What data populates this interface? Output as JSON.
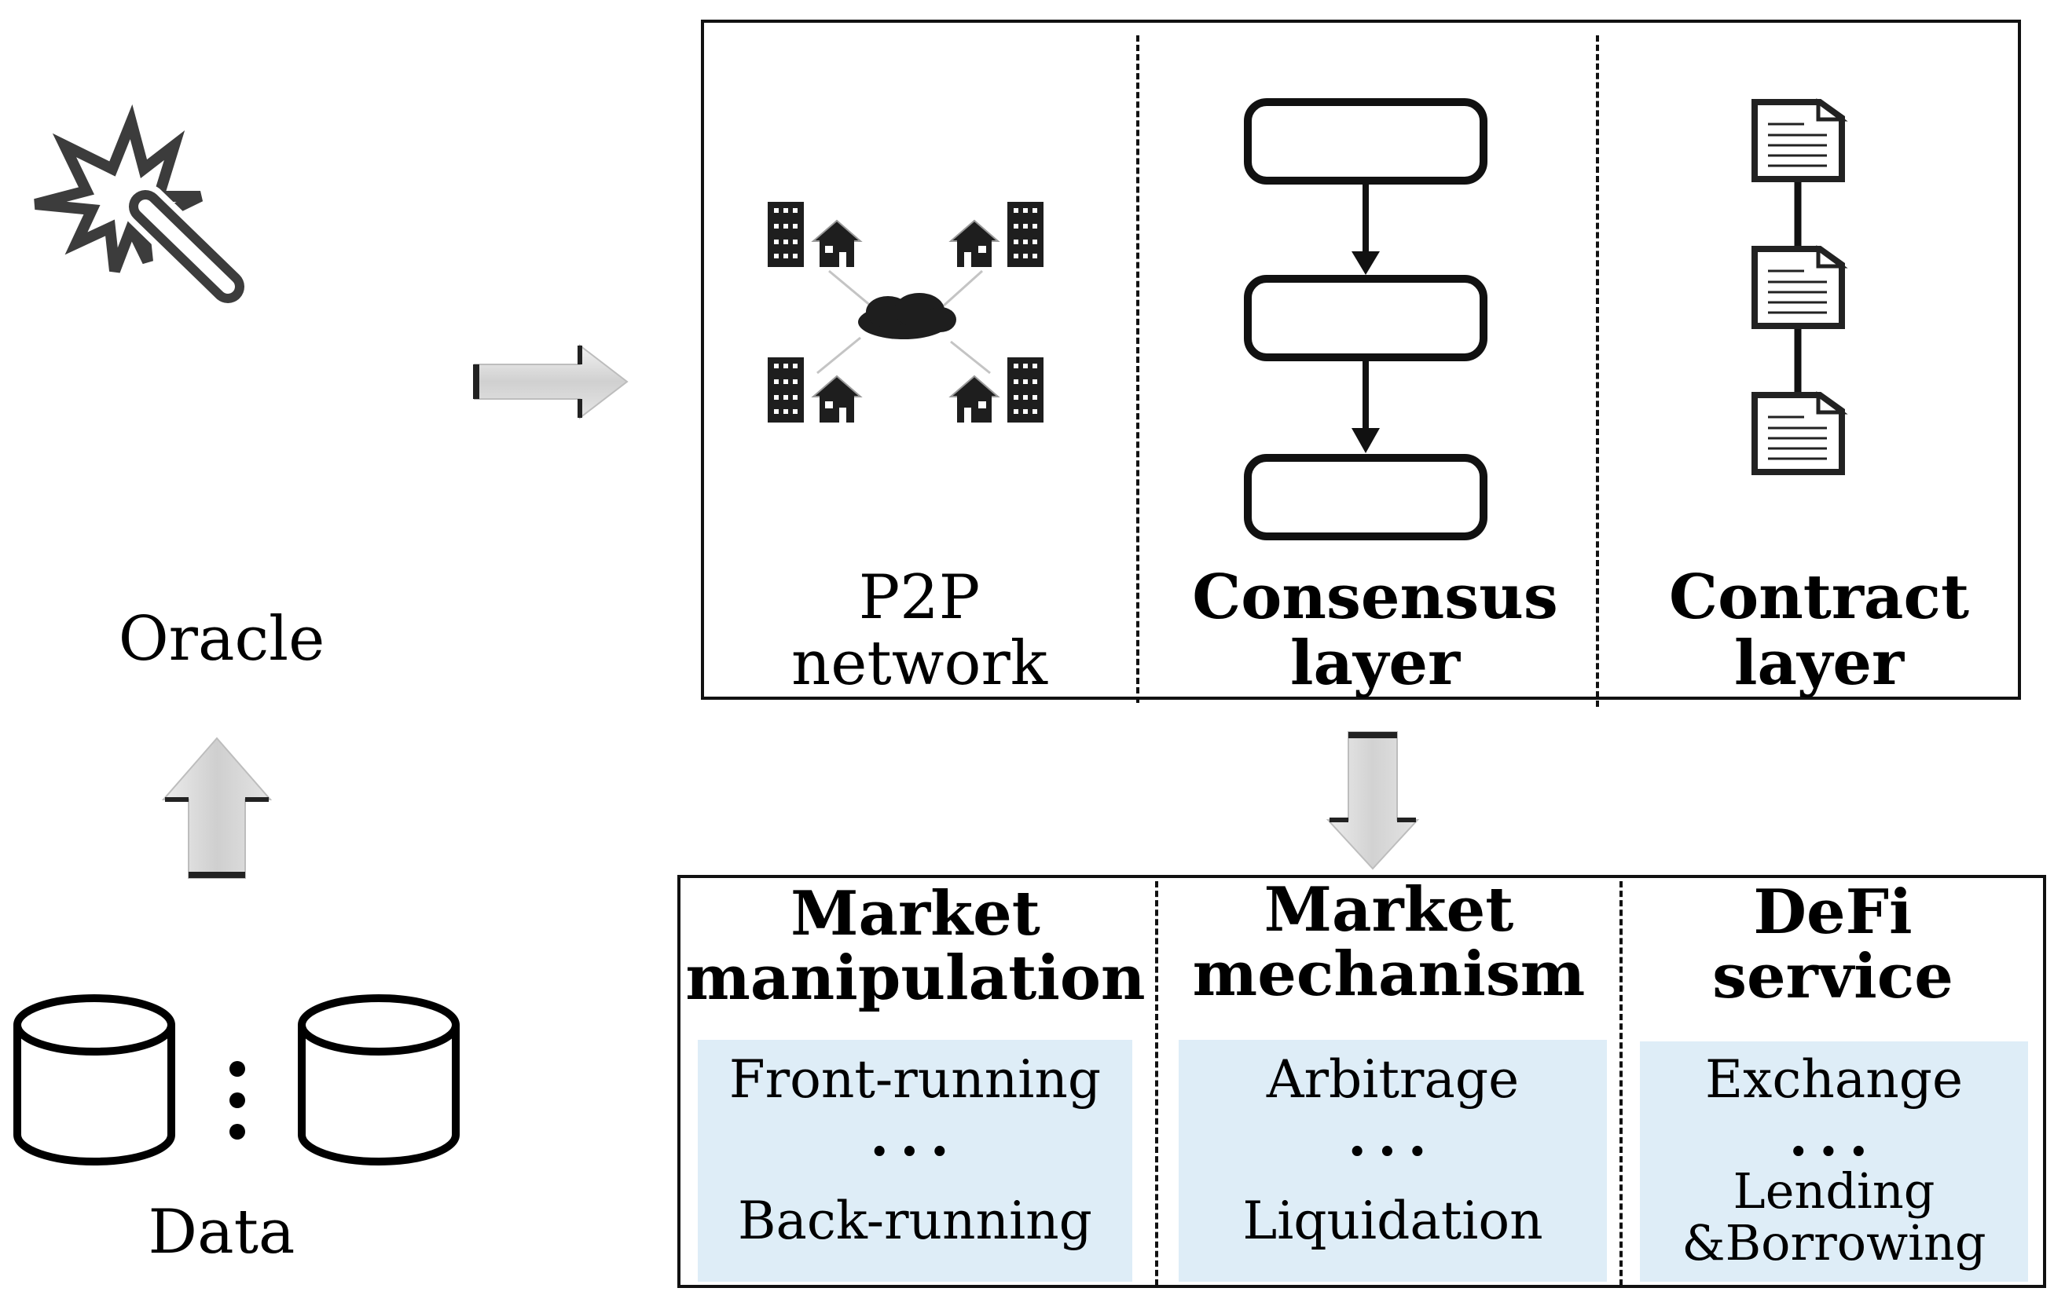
{
  "diagram": {
    "oracle": {
      "label": "Oracle",
      "icon": "magic-wand-icon"
    },
    "data": {
      "label": "Data",
      "icon": "database-icon",
      "separator": "vertical-ellipsis"
    },
    "blockchain_layers": [
      {
        "label_line1": "P2P",
        "label_line2": "network",
        "icon": "p2p-network-icon"
      },
      {
        "label_line1": "Consensus",
        "label_line2": "layer",
        "icon": "block-chain-flow-icon"
      },
      {
        "label_line1": "Contract",
        "label_line2": "layer",
        "icon": "linked-documents-icon"
      }
    ],
    "applications": [
      {
        "title_line1": "Market",
        "title_line2": "manipulation",
        "items": [
          "Front-running",
          "Back-running"
        ],
        "ellipsis": "..."
      },
      {
        "title_line1": "Market",
        "title_line2": "mechanism",
        "items": [
          "Arbitrage",
          "Liquidation"
        ],
        "ellipsis": "..."
      },
      {
        "title_line1": "DeFi",
        "title_line2": "service",
        "items": [
          "Exchange",
          "Lending",
          "&Borrowing"
        ],
        "ellipsis": "..."
      }
    ],
    "flows": [
      {
        "from": "Data",
        "to": "Oracle",
        "direction": "up"
      },
      {
        "from": "Oracle",
        "to": "Blockchain layers",
        "direction": "right"
      },
      {
        "from": "Blockchain layers",
        "to": "Applications",
        "direction": "down"
      }
    ],
    "colors": {
      "panel_fill": "#deedf7",
      "stroke": "#111111",
      "icon_dark": "#3c3c3c",
      "arrow_fill": "#d9d9d9"
    }
  }
}
